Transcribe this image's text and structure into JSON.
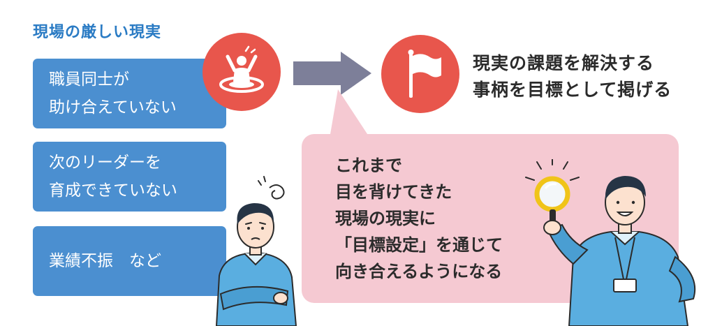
{
  "heading": "現場の厳しい現実",
  "problems": [
    {
      "line1": "職員同士が",
      "line2": "助け合えていない"
    },
    {
      "line1": "次のリーダーを",
      "line2": "育成できていない"
    },
    {
      "line1": "業績不振　など"
    }
  ],
  "goal": {
    "line1": "現実の課題を解決する",
    "line2": "事柄を目標として掲げる"
  },
  "bubble": {
    "lines": [
      "これまで",
      "目を背けてきた",
      "現場の現実に",
      "「目標設定」を通じて",
      "向き合えるようになる"
    ]
  },
  "colors": {
    "heading": "#2a7bc4",
    "problem_box": "#4b8fd0",
    "circle": "#e8564c",
    "arrow": "#7d7f99",
    "bubble": "#f5c9d2",
    "shirt": "#5aaee0"
  },
  "icons": {
    "problem_circle": "person-sinking-icon",
    "goal_circle": "flag-icon",
    "arrow": "right-arrow-icon"
  }
}
